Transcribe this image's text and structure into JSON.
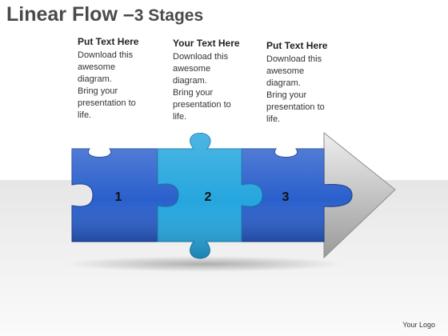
{
  "title": {
    "main": "Linear Flow",
    "dash": " –",
    "stages": "3 Stages"
  },
  "stages": [
    {
      "number": "1",
      "heading": "Put Text Here",
      "body": "Download this\nawesome\ndiagram.\nBring your\npresentation to\nlife.",
      "color": "#2a5fcc"
    },
    {
      "number": "2",
      "heading": "Your Text Here",
      "body": "Download this\nawesome\ndiagram.\nBring your\npresentation to\nlife.",
      "color": "#25a6de"
    },
    {
      "number": "3",
      "heading": "Put Text Here",
      "body": "Download this\nawesome\ndiagram.\nBring your\npresentation to\nlife.",
      "color": "#2a5fcc"
    }
  ],
  "arrow": {
    "color": "#cccccc"
  },
  "footer": {
    "logo": "Your Logo"
  }
}
